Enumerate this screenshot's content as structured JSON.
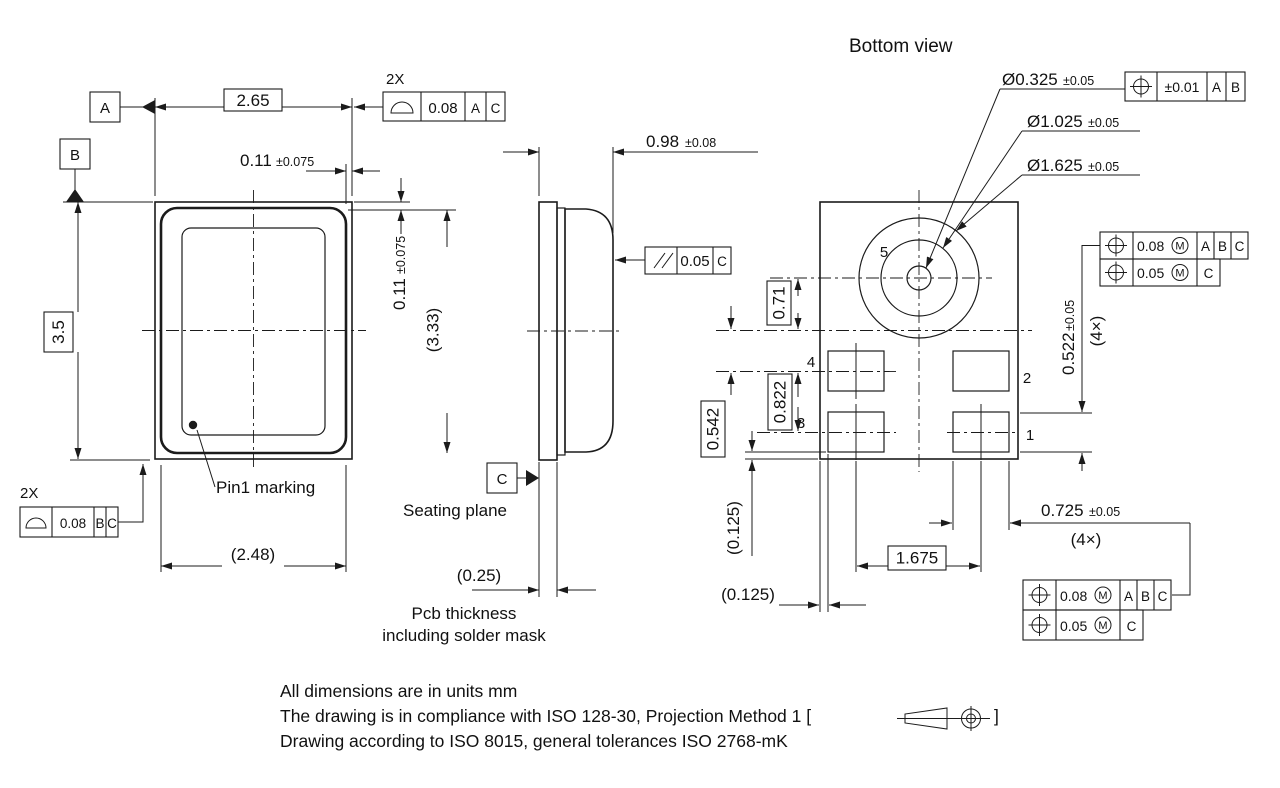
{
  "drawing": {
    "front": {
      "datum_a": "A",
      "datum_b": "B",
      "qty_top": "2X",
      "fcf_top": {
        "tol": "0.08",
        "ref1": "A",
        "ref2": "C"
      },
      "qty_bottom": "2X",
      "fcf_bottom": {
        "tol": "0.08",
        "ref1": "B",
        "ref2": "C"
      },
      "dim_overall_width": "2.65",
      "dim_overall_height": "3.5",
      "dim_lid_width": "(2.48)",
      "dim_lid_height": "(3.33)",
      "dim_edge_top": "0.11",
      "dim_edge_top_tol": "±0.075",
      "dim_edge_right": "0.11",
      "dim_edge_right_tol": "±0.075",
      "pin1_label": "Pin1 marking"
    },
    "side": {
      "dim_height": "0.98",
      "dim_height_tol": "±0.08",
      "fcf_parallelism": {
        "tol": "0.05",
        "ref": "C"
      },
      "datum_c": "C",
      "seating_plane_label": "Seating plane",
      "dim_pcb": "(0.25)",
      "pcb_note_line1": "Pcb thickness",
      "pcb_note_line2": "including solder mask"
    },
    "bottom": {
      "title": "Bottom view",
      "callout_hole": "Ø0.325",
      "callout_hole_tol": "±0.05",
      "fcf_hole": {
        "tol": "±0.01",
        "ref1": "A",
        "ref2": "B"
      },
      "callout_inner_ring": "Ø1.025",
      "callout_inner_ring_tol": "±0.05",
      "callout_outer_ring": "Ø1.625",
      "callout_outer_ring_tol": "±0.05",
      "pad1": "1",
      "pad2": "2",
      "pad3": "3",
      "pad4": "4",
      "port": "5",
      "dim_port_offset": "0.71",
      "dim_row_pitch": "0.822",
      "dim_row_offset": "0.542",
      "dim_edge_gap_v": "(0.125)",
      "dim_edge_gap_h": "(0.125)",
      "dim_col_pitch": "1.675",
      "dim_pad_w": "0.725",
      "dim_pad_w_tol": "±0.05",
      "dim_pad_w_qty": "(4×)",
      "dim_pad_h": "0.522",
      "dim_pad_h_tol": "±0.05",
      "dim_pad_h_qty": "(4×)",
      "fcf_right": {
        "tol1": "0.08",
        "mod1": "M",
        "r1a": "A",
        "r1b": "B",
        "r1c": "C",
        "tol2": "0.05",
        "mod2": "M",
        "r2a": "C"
      },
      "fcf_bottom": {
        "tol1": "0.08",
        "mod1": "M",
        "r1a": "A",
        "r1b": "B",
        "r1c": "C",
        "tol2": "0.05",
        "mod2": "M",
        "r2a": "C"
      }
    },
    "notes": {
      "line1": "All dimensions are in units mm",
      "line2_prefix": "The drawing is in compliance with ISO 128-30, Projection Method 1 [",
      "line2_suffix": "]",
      "line3": "Drawing according to ISO 8015, general tolerances ISO 2768-mK"
    }
  }
}
